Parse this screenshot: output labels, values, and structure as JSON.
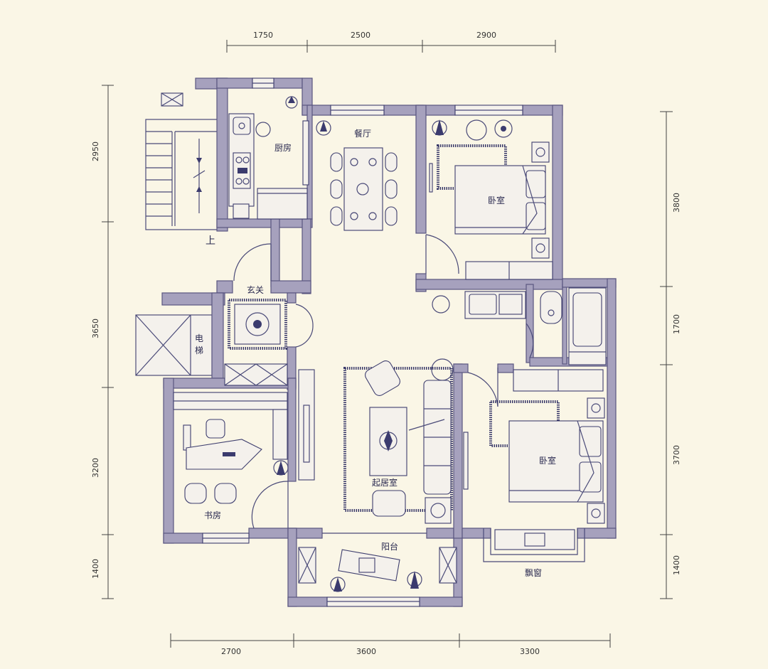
{
  "rooms": {
    "kitchen": "厨房",
    "dining": "餐厅",
    "bedroom_north": "卧室",
    "entrance": "玄关",
    "elevator_1": "电",
    "elevator_2": "梯",
    "study": "书房",
    "living": "起居室",
    "bedroom_south": "卧室",
    "balcony": "阳台",
    "bay_window": "飘窗",
    "stairs_up": "上"
  },
  "dimensions": {
    "top": [
      "1750",
      "2500",
      "2900"
    ],
    "bottom": [
      "2700",
      "3600",
      "3300"
    ],
    "left": [
      "2950",
      "3650",
      "3200",
      "1400"
    ],
    "right": [
      "3800",
      "1700",
      "3700",
      "1400"
    ]
  },
  "colors": {
    "background": "#faf6e6",
    "wall": "#a6a1bd",
    "line": "#3e3e6e"
  }
}
